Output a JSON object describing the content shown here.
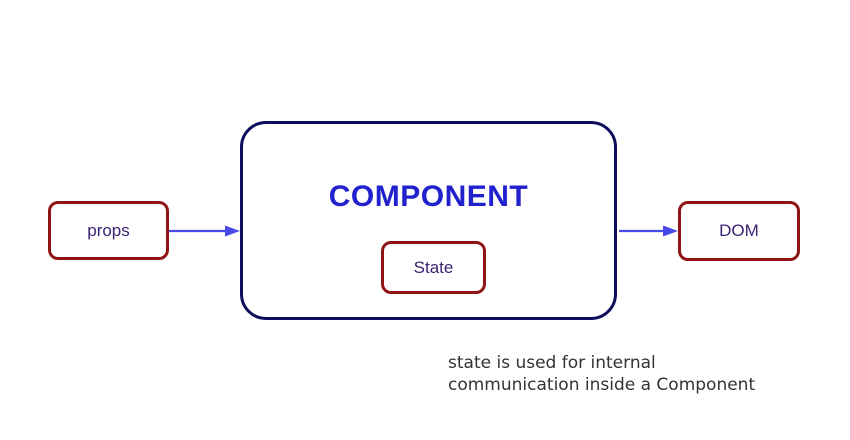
{
  "diagram": {
    "component_label": "COMPONENT",
    "props_label": "props",
    "state_label": "State",
    "dom_label": "DOM",
    "caption_line1": "state is used for internal",
    "caption_line2": "communication inside a Component",
    "colors": {
      "border_red": "#8f1414",
      "border_navy": "#0d0d5c",
      "component_text": "#2121cd",
      "label_text": "#3b2373",
      "arrow": "#4949e7",
      "caption_text": "#333333"
    }
  }
}
